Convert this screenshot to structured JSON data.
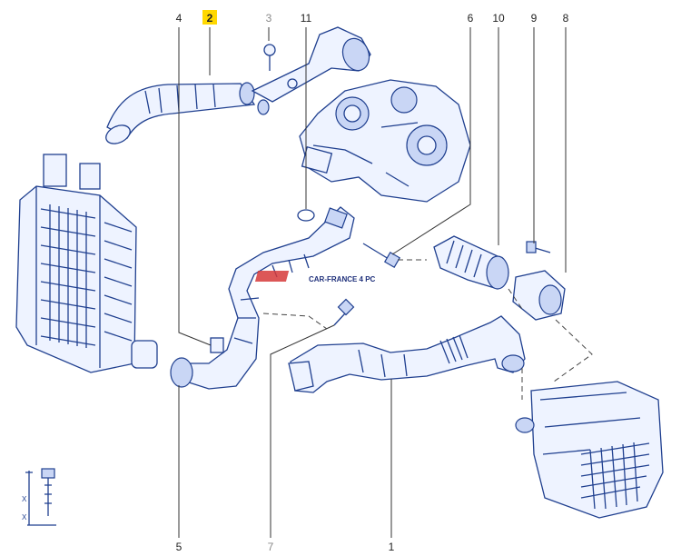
{
  "callouts": [
    {
      "id": "2",
      "label": "2",
      "highlighted": true
    },
    {
      "id": "3",
      "label": "3",
      "muted": true
    },
    {
      "id": "4",
      "label": "4"
    },
    {
      "id": "11",
      "label": "11"
    },
    {
      "id": "6",
      "label": "6"
    },
    {
      "id": "10",
      "label": "10"
    },
    {
      "id": "9",
      "label": "9"
    },
    {
      "id": "8",
      "label": "8"
    },
    {
      "id": "5",
      "label": "5"
    },
    {
      "id": "7",
      "label": "7",
      "muted": true
    },
    {
      "id": "1",
      "label": "1"
    }
  ],
  "watermark": {
    "text": "CAR-FRANCE 4 PC"
  },
  "legend_marks": {
    "x1": "X",
    "x2": "X"
  },
  "colors": {
    "parts": "#1f3f8f",
    "highlight": "#ffd800",
    "muted": "#8a8a8a"
  }
}
